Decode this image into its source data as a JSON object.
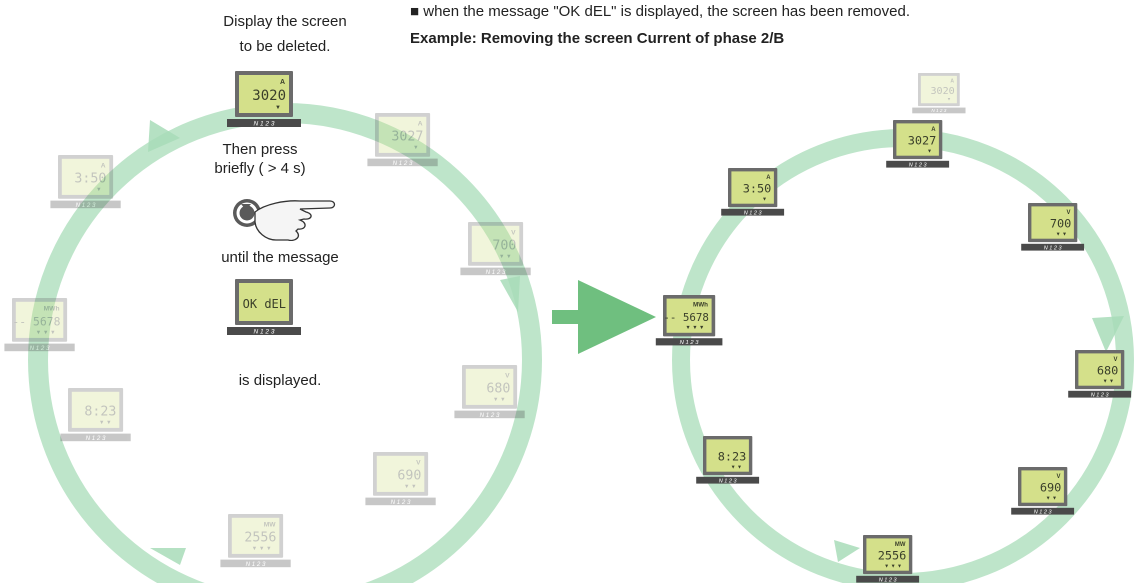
{
  "header": {
    "bullet": "■",
    "note": "when the message \"OK dEL\" is displayed,  the screen has been removed.",
    "example": "Example: Removing the screen Current of phase 2/B"
  },
  "instructions": {
    "step1_line1": "Display the screen",
    "step1_line2": "to be deleted.",
    "step2_line1": "Then press",
    "step2_line2": "briefly ( > 4 s)",
    "step3": "until the message",
    "step4": "is displayed."
  },
  "bar_label": "N  1  2  3",
  "left_screens": [
    {
      "value": "3020",
      "unit": "A",
      "marks": "▼"
    },
    {
      "value": "3027",
      "unit": "A",
      "marks": "▼"
    },
    {
      "value": "700",
      "unit": "V",
      "marks": "▼ ▼"
    },
    {
      "value": "680",
      "unit": "V",
      "marks": "▼ ▼"
    },
    {
      "value": "690",
      "unit": "V",
      "marks": "▼ ▼"
    },
    {
      "value": "2556",
      "unit": "MW",
      "marks": "▼ ▼ ▼"
    },
    {
      "value": "8:23",
      "unit": "",
      "marks": "▼ ▼"
    },
    {
      "value": "-- 5678",
      "unit": "MWh",
      "marks": "▼ ▼ ▼"
    },
    {
      "value": "3:50",
      "unit": "A",
      "marks": "▼"
    }
  ],
  "message_screen": {
    "value": "OK dEL",
    "unit": "",
    "marks": ""
  },
  "right_screens": [
    {
      "value": "3020",
      "unit": "A",
      "marks": "▼"
    },
    {
      "value": "3027",
      "unit": "A",
      "marks": "▼"
    },
    {
      "value": "700",
      "unit": "V",
      "marks": "▼ ▼"
    },
    {
      "value": "680",
      "unit": "V",
      "marks": "▼ ▼"
    },
    {
      "value": "690",
      "unit": "V",
      "marks": "▼ ▼"
    },
    {
      "value": "2556",
      "unit": "MW",
      "marks": "▼ ▼ ▼"
    },
    {
      "value": "8:23",
      "unit": "",
      "marks": "▼ ▼"
    },
    {
      "value": "-- 5678",
      "unit": "MWh",
      "marks": "▼ ▼ ▼"
    },
    {
      "value": "3:50",
      "unit": "A",
      "marks": "▼"
    }
  ],
  "colors": {
    "ring": "#a8dcb8",
    "arrow": "#6fbf7f",
    "lcd_fill": "#d4e08a",
    "bezel": "#6b6b6b",
    "bar": "#4a4a4a"
  },
  "icons": {
    "hand": "pointing-hand-icon",
    "button": "rotate-button-icon"
  }
}
